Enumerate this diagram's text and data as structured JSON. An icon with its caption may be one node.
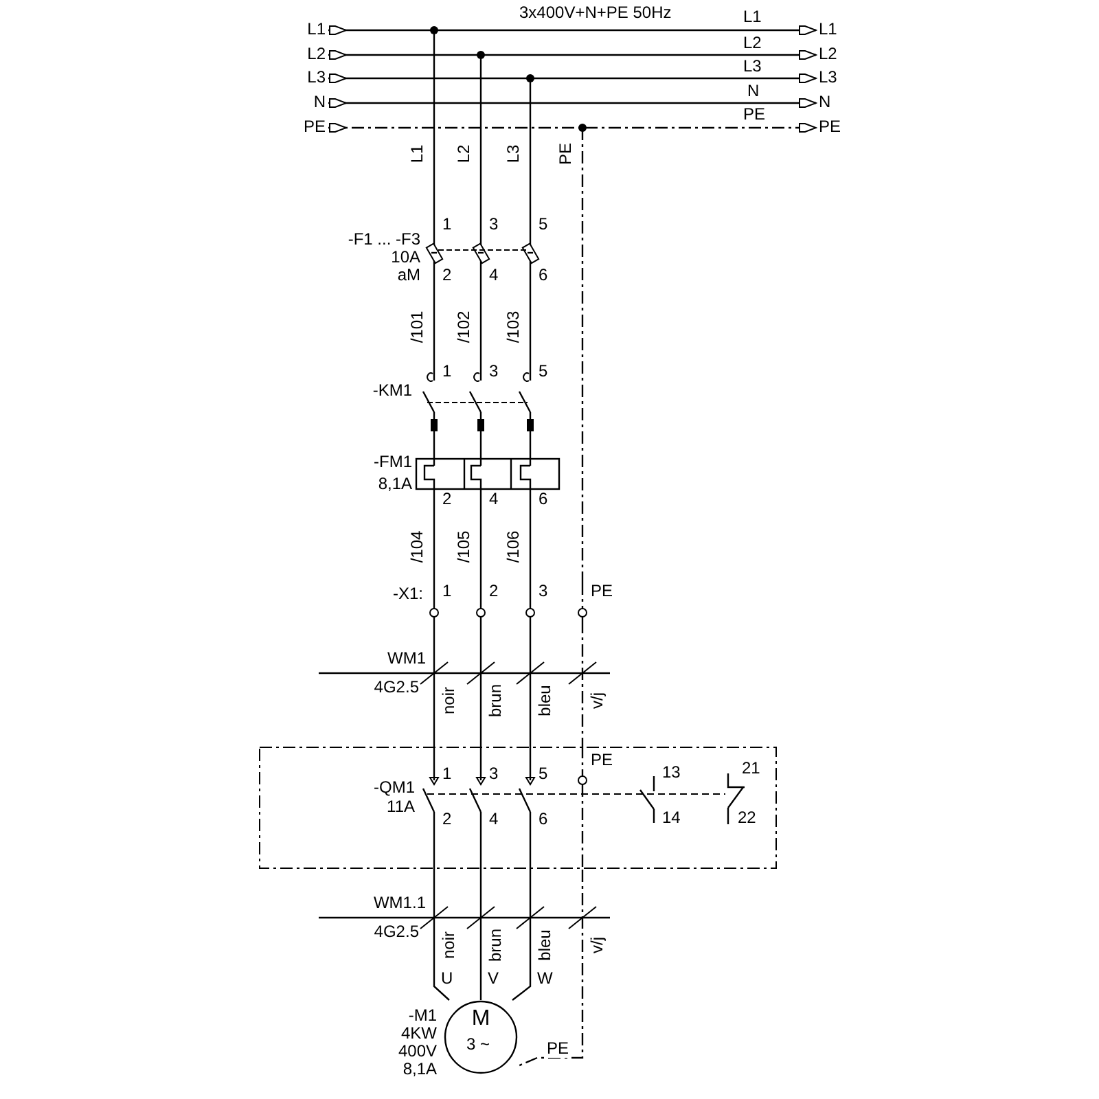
{
  "diagram": {
    "nodes": [
      {
        "text": [
          "L1"
        ]
      },
      {
        "text": [
          "L2"
        ]
      },
      {
        "text": [
          "L3"
        ]
      },
      {
        "text": [
          "N"
        ]
      },
      {
        "text": [
          "PE"
        ]
      },
      {
        "text": [
          "L1"
        ]
      },
      {
        "text": [
          "L2"
        ]
      },
      {
        "text": [
          "L3"
        ]
      },
      {
        "text": [
          "N"
        ]
      },
      {
        "text": [
          "PE"
        ]
      },
      {
        "text": [
          "-F1 ... -F3",
          "10A",
          "aM"
        ]
      },
      {
        "text": [
          "-KM1"
        ]
      },
      {
        "text": [
          "-FM1",
          "8,1A"
        ]
      },
      {
        "text": [
          "-X1:"
        ]
      },
      {
        "text": [
          "-QM1",
          "11A"
        ]
      },
      {
        "text": [
          "M",
          "3 ~"
        ],
        "beside": [
          "-M1",
          "4KW",
          "400V",
          "8,1A"
        ]
      }
    ],
    "edges": [
      {
        "from": 0,
        "to": 5,
        "arrow": "both",
        "label": "L1"
      },
      {
        "from": 1,
        "to": 6,
        "arrow": "both",
        "label": "L2"
      },
      {
        "from": 2,
        "to": 7,
        "arrow": "both",
        "label": "L3"
      },
      {
        "from": 3,
        "to": 8,
        "arrow": "both",
        "label": "N"
      },
      {
        "from": 4,
        "to": 9,
        "arrow": "both",
        "label": "PE",
        "style": "dashed"
      },
      {
        "from": null,
        "to": 10,
        "arrow": "other",
        "label": "L1"
      },
      {
        "from": null,
        "to": 10,
        "arrow": "other",
        "label": "L2"
      },
      {
        "from": null,
        "to": 10,
        "arrow": "other",
        "label": "L3"
      },
      {
        "from": null,
        "to": 13,
        "arrow": "other",
        "label": "PE",
        "style": "dashed"
      },
      {
        "from": 10,
        "to": 11,
        "arrow": "none",
        "label": "/101"
      },
      {
        "from": 10,
        "to": 11,
        "arrow": "none",
        "label": "/102"
      },
      {
        "from": 10,
        "to": 11,
        "arrow": "none",
        "label": "/103"
      },
      {
        "from": 11,
        "to": 12,
        "arrow": "none"
      },
      {
        "from": 11,
        "to": 12,
        "arrow": "none"
      },
      {
        "from": 11,
        "to": 12,
        "arrow": "none"
      },
      {
        "from": 12,
        "to": 13,
        "arrow": "none",
        "label": "/104"
      },
      {
        "from": 12,
        "to": 13,
        "arrow": "none",
        "label": "/105"
      },
      {
        "from": 12,
        "to": 13,
        "arrow": "none",
        "label": "/106"
      },
      {
        "from": 13,
        "to": 14,
        "arrow": "none"
      },
      {
        "from": 13,
        "to": 14,
        "arrow": "none"
      },
      {
        "from": 13,
        "to": 14,
        "arrow": "none"
      },
      {
        "from": 13,
        "to": 14,
        "arrow": "none",
        "style": "dashed"
      },
      {
        "from": 14,
        "to": 15,
        "arrow": "none"
      },
      {
        "from": 14,
        "to": 15,
        "arrow": "none"
      },
      {
        "from": 14,
        "to": 15,
        "arrow": "none"
      },
      {
        "from": 14,
        "to": 15,
        "arrow": "none",
        "label": "PE",
        "style": "dashed"
      }
    ],
    "labels": [
      "3x400V+N+PE 50Hz",
      "1",
      "3",
      "5",
      "2",
      "4",
      "6",
      "1",
      "3",
      "5",
      "2",
      "4",
      "6",
      "1",
      "2",
      "3",
      "PE",
      "WM1",
      "4G2.5",
      "noir",
      "brun",
      "bleu",
      "v/j",
      "PE",
      "1",
      "3",
      "5",
      "13",
      "21",
      "2",
      "4",
      "6",
      "14",
      "22",
      "WM1.1",
      "4G2.5",
      "noir",
      "brun",
      "bleu",
      "v/j",
      "U",
      "V",
      "W"
    ]
  }
}
